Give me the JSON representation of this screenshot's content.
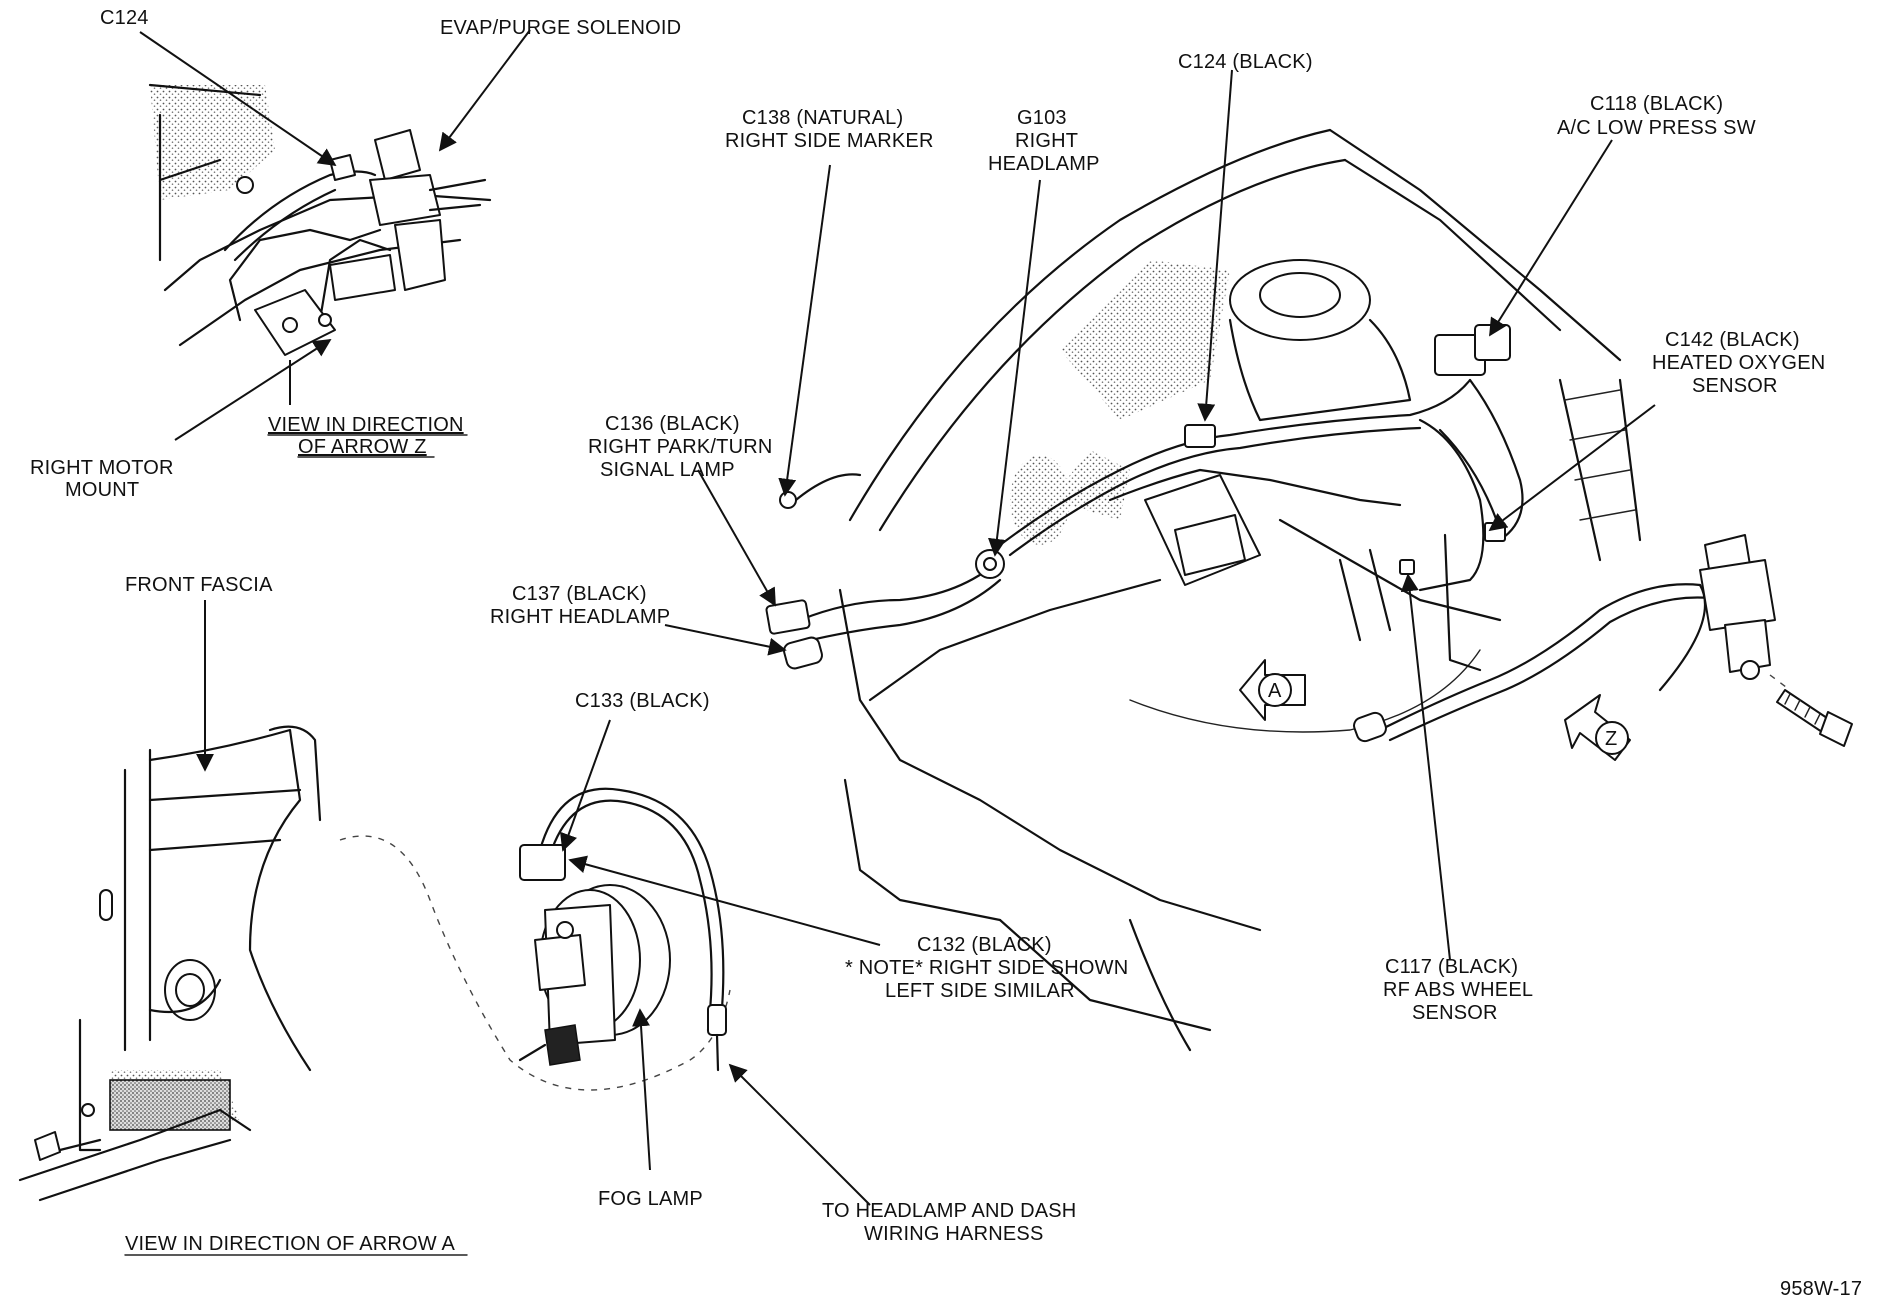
{
  "figure_id": "958W-17",
  "labels": {
    "c124_inset": "C124",
    "evap_purge": "EVAP/PURGE SOLENOID",
    "view_arrow_z_1": "VIEW IN DIRECTION",
    "view_arrow_z_2": "OF ARROW Z",
    "right_motor_mount_1": "RIGHT MOTOR",
    "right_motor_mount_2": "MOUNT",
    "c138_1": "C138 (NATURAL)",
    "c138_2": "RIGHT SIDE MARKER",
    "g103_1": "G103",
    "g103_2": "RIGHT",
    "g103_3": "HEADLAMP",
    "c124_black": "C124 (BLACK)",
    "c118_1": "C118 (BLACK)",
    "c118_2": "A/C LOW PRESS SW",
    "c142_1": "C142 (BLACK)",
    "c142_2": "HEATED OXYGEN",
    "c142_3": "SENSOR",
    "c136_1": "C136 (BLACK)",
    "c136_2": "RIGHT PARK/TURN",
    "c136_3": "SIGNAL LAMP",
    "c137_1": "C137 (BLACK)",
    "c137_2": "RIGHT HEADLAMP",
    "front_fascia": "FRONT FASCIA",
    "c133": "C133 (BLACK)",
    "c132_1": "C132 (BLACK)",
    "c132_2": "* NOTE* RIGHT SIDE SHOWN",
    "c132_3": "LEFT SIDE SIMILAR",
    "c117_1": "C117 (BLACK)",
    "c117_2": "RF ABS WHEEL",
    "c117_3": "SENSOR",
    "fog_lamp": "FOG LAMP",
    "to_headlamp_1": "TO HEADLAMP AND DASH",
    "to_headlamp_2": "WIRING HARNESS",
    "view_arrow_a": "VIEW IN DIRECTION OF ARROW A",
    "arrow_a_letter": "A",
    "arrow_z_letter": "Z"
  }
}
